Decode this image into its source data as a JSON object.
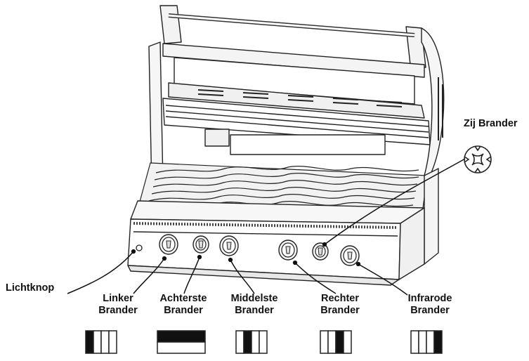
{
  "labels": {
    "zij": "Zij Brander",
    "licht": "Lichtknop",
    "linker": [
      "Linker",
      "Brander"
    ],
    "achterste": [
      "Achterste",
      "Brander"
    ],
    "middelste": [
      "Middelste",
      "Brander"
    ],
    "rechter": [
      "Rechter",
      "Brander"
    ],
    "infrarode": [
      "Infrarode",
      "Brander"
    ]
  },
  "icons": {
    "linker": "control-panel-icon-first-segment-dark",
    "achterste": "control-panel-icon-top-half-dark",
    "middelste": "control-panel-icon-second-segment-dark",
    "rechter": "control-panel-icon-third-segment-dark",
    "infrarode": "control-panel-icon-fourth-segment-dark",
    "zij": "side-burner-icon"
  },
  "colors": {
    "line": "#222222",
    "fill_dark": "#111111",
    "steel": "#f2f2f2"
  }
}
